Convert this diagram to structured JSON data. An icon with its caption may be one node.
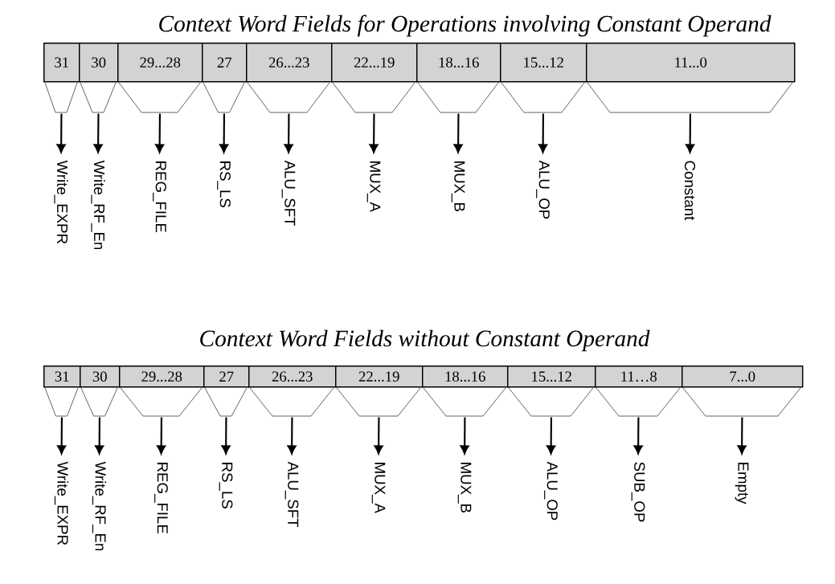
{
  "diagram": {
    "title": "Context Word Fields for Operations involving Constant Operand",
    "nodes": [
      {
        "text": [
          "31"
        ]
      },
      {
        "text": [
          "30"
        ]
      },
      {
        "text": [
          "29...28"
        ]
      },
      {
        "text": [
          "27"
        ]
      },
      {
        "text": [
          "26...23"
        ]
      },
      {
        "text": [
          "22...19"
        ]
      },
      {
        "text": [
          "18...16"
        ]
      },
      {
        "text": [
          "15...12"
        ]
      },
      {
        "text": [
          "11...0"
        ]
      },
      {
        "text": [
          "Write_EXPR"
        ]
      },
      {
        "text": [
          "Write_RF_En"
        ]
      },
      {
        "text": [
          "REG_FILE"
        ]
      },
      {
        "text": [
          "RS_LS"
        ]
      },
      {
        "text": [
          "ALU_SFT"
        ]
      },
      {
        "text": [
          "MUX_A"
        ]
      },
      {
        "text": [
          "MUX_B"
        ]
      },
      {
        "text": [
          "ALU_OP"
        ]
      },
      {
        "text": [
          "Constant"
        ]
      },
      {
        "text": [
          "31"
        ]
      },
      {
        "text": [
          "30"
        ]
      },
      {
        "text": [
          "29...28"
        ]
      },
      {
        "text": [
          "27"
        ]
      },
      {
        "text": [
          "26...23"
        ]
      },
      {
        "text": [
          "22...19"
        ]
      },
      {
        "text": [
          "18...16"
        ]
      },
      {
        "text": [
          "15...12"
        ]
      },
      {
        "text": [
          "11…8"
        ]
      },
      {
        "text": [
          "7...0"
        ]
      },
      {
        "text": [
          "Write_EXPR"
        ]
      },
      {
        "text": [
          "Write_RF_En"
        ]
      },
      {
        "text": [
          "REG_FILE"
        ]
      },
      {
        "text": [
          "RS_LS"
        ]
      },
      {
        "text": [
          "ALU_SFT"
        ]
      },
      {
        "text": [
          "MUX_A"
        ]
      },
      {
        "text": [
          "MUX_B"
        ]
      },
      {
        "text": [
          "ALU_OP"
        ]
      },
      {
        "text": [
          "SUB_OP"
        ]
      },
      {
        "text": [
          "Empty"
        ]
      }
    ],
    "edges": [
      {
        "from": 0,
        "to": 9,
        "arrow": "to"
      },
      {
        "from": 1,
        "to": 10,
        "arrow": "to"
      },
      {
        "from": 2,
        "to": 11,
        "arrow": "to"
      },
      {
        "from": 3,
        "to": 12,
        "arrow": "to"
      },
      {
        "from": 4,
        "to": 13,
        "arrow": "to"
      },
      {
        "from": 5,
        "to": 14,
        "arrow": "to"
      },
      {
        "from": 6,
        "to": 15,
        "arrow": "to"
      },
      {
        "from": 7,
        "to": 16,
        "arrow": "to"
      },
      {
        "from": 8,
        "to": 17,
        "arrow": "to"
      },
      {
        "from": 18,
        "to": 28,
        "arrow": "to"
      },
      {
        "from": 19,
        "to": 29,
        "arrow": "to"
      },
      {
        "from": 20,
        "to": 30,
        "arrow": "to"
      },
      {
        "from": 21,
        "to": 31,
        "arrow": "to"
      },
      {
        "from": 22,
        "to": 32,
        "arrow": "to"
      },
      {
        "from": 23,
        "to": 33,
        "arrow": "to"
      },
      {
        "from": 24,
        "to": 34,
        "arrow": "to"
      },
      {
        "from": 25,
        "to": 35,
        "arrow": "to"
      },
      {
        "from": 26,
        "to": 36,
        "arrow": "to"
      },
      {
        "from": 27,
        "to": 37,
        "arrow": "to"
      }
    ],
    "labels": [
      "Context Word Fields without Constant Operand"
    ]
  }
}
